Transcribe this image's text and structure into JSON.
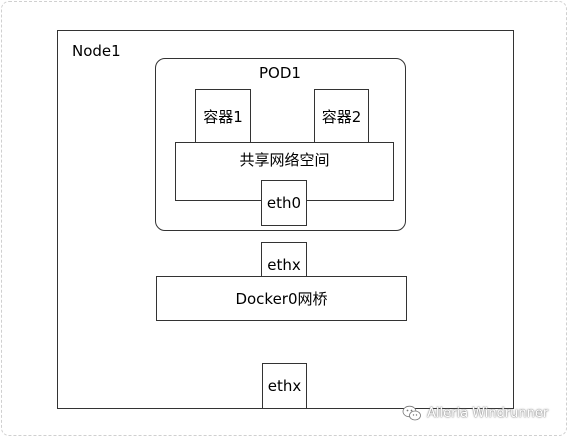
{
  "diagram": {
    "node_label": "Node1",
    "pod_label": "POD1",
    "container1_label": "容器1",
    "container2_label": "容器2",
    "shared_network_label": "共享网络空间",
    "pod_interface_label": "eth0",
    "bridge_top_interface_label": "ethx",
    "bridge_label": "Docker0网桥",
    "node_interface_label": "ethx"
  },
  "watermark": {
    "text": "Alleria Windrunner",
    "icon": "wechat-logo-icon"
  }
}
